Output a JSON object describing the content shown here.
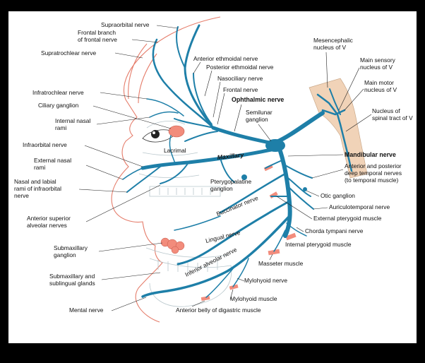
{
  "labels": {
    "supraorbital": "Supraorbital nerve",
    "frontal_branch_1": "Frontal branch",
    "frontal_branch_2": "of frontal nerve",
    "supratrochlear": "Supratrochlear nerve",
    "infratrochlear": "Infratrochlear nerve",
    "ciliary": "Ciliary ganglion",
    "internal_nasal_1": "Internal nasal",
    "internal_nasal_2": "rami",
    "infraorbital": "Infraorbital nerve",
    "external_nasal_1": "External nasal",
    "external_nasal_2": "rami",
    "nasal_labial_1": "Nasal and labial",
    "nasal_labial_2": "rami of infraorbital",
    "nasal_labial_3": "nerve",
    "ant_sup_alv_1": "Anterior superior",
    "ant_sup_alv_2": "alveolar nerves",
    "submax_gang_1": "Submaxillary",
    "submax_gang_2": "ganglion",
    "submax_glands_1": "Submaxillary and",
    "submax_glands_2": "sublingual glands",
    "mental": "Mental nerve",
    "ant_ethmoidal": "Anterior ethmoidal nerve",
    "post_ethmoidal": "Posterior ethmoidal nerve",
    "nasociliary": "Nasociliary nerve",
    "frontal": "Frontal nerve",
    "ophthalmic": "Ophthalmic nerve",
    "semilunar_1": "Semilunar",
    "semilunar_2": "ganglion",
    "lacrimal": "Lacrimal",
    "maxillary": "Maxillary",
    "pterygo_1": "Pterygopalatine",
    "pterygo_2": "ganglion",
    "buccinator": "Buccinator nerve",
    "lingual": "Lingual nerve",
    "inf_alveolar": "Inferior alveolar nerve",
    "masseter": "Masseter muscle",
    "mylohyoid_nerve": "Mylohyoid nerve",
    "mylohyoid_muscle": "Mylohyoid muscle",
    "digastric": "Anterior belly of digastric muscle",
    "mesencephalic_1": "Mesencephalic",
    "mesencephalic_2": "nucleus of V",
    "main_sensory_1": "Main sensory",
    "main_sensory_2": "nucleus of V",
    "main_motor_1": "Main motor",
    "main_motor_2": "nucleus of V",
    "spinal_1": "Nucleus of",
    "spinal_2": "spinal tract of V",
    "mandibular": "Mandibular nerve",
    "ant_post_deep_1": "Anterior and posterior",
    "ant_post_deep_2": "deep temporal nerves",
    "ant_post_deep_3": "(to temporal muscle)",
    "otic": "Otic ganglion",
    "auriculotemporal": "Auriculotemporal nerve",
    "ext_pterygoid": "External pterygoid muscle",
    "chorda": "Chorda tympani nerve",
    "int_pterygoid": "Internal pterygoid muscle"
  },
  "colors": {
    "nerve": "#1e7fa8",
    "outline": "#e57c6a",
    "muscle": "#f28c7c",
    "brainstem": "#f1d3b8",
    "background": "#ffffff",
    "frame": "#000000"
  }
}
